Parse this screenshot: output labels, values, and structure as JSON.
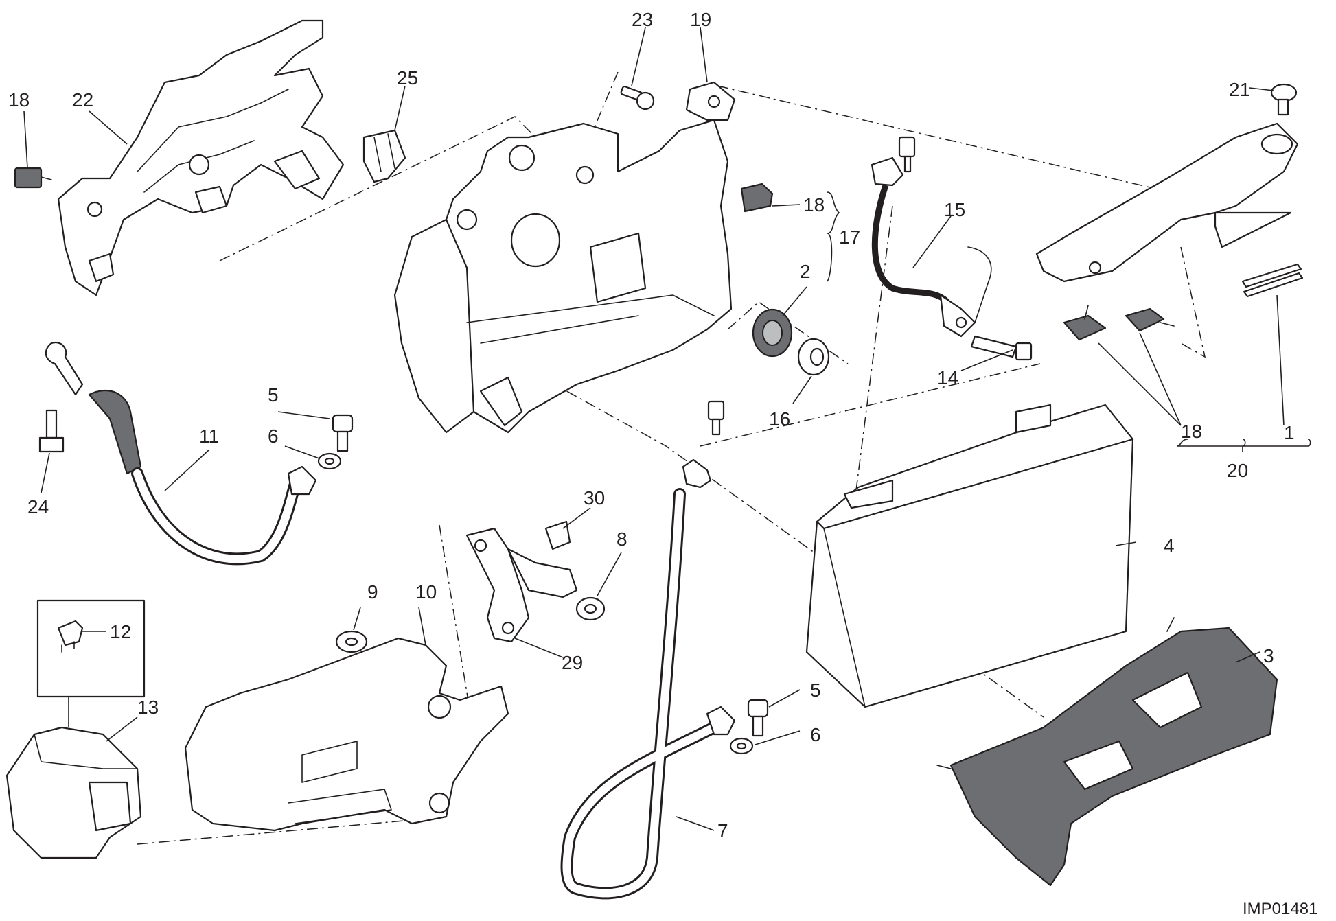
{
  "drawing_code": "IMP01481",
  "callouts": {
    "c1": "1",
    "c2": "2",
    "c3": "3",
    "c4": "4",
    "c5a": "5",
    "c5b": "5",
    "c6a": "6",
    "c6b": "6",
    "c7": "7",
    "c8": "8",
    "c9": "9",
    "c10": "10",
    "c11": "11",
    "c12": "12",
    "c13": "13",
    "c14": "14",
    "c15": "15",
    "c16": "16",
    "c17": "17",
    "c18a": "18",
    "c18b": "18",
    "c18c": "18",
    "c19": "19",
    "c20": "20",
    "c21": "21",
    "c22": "22",
    "c23": "23",
    "c24": "24",
    "c25": "25",
    "c29": "29",
    "c30": "30"
  },
  "colors": {
    "line": "#231f20",
    "dark_fill": "#6d6e71",
    "grey_fill": "#bcbec0",
    "background": "#ffffff"
  }
}
